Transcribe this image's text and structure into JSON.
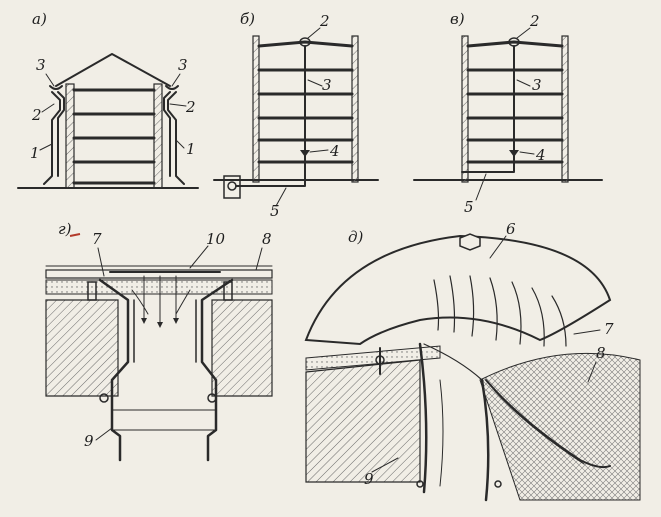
{
  "panels": {
    "a": {
      "tag": "a)",
      "callouts": {
        "gutter_l": "3",
        "gutter_r": "3",
        "funnel_l": "2",
        "funnel_r": "2",
        "pipe_l": "1",
        "pipe_r": "1"
      }
    },
    "b": {
      "tag": "б)",
      "callouts": {
        "funnel": "2",
        "riser": "3",
        "revision": "4",
        "outlet": "5"
      }
    },
    "v": {
      "tag": "в)",
      "callouts": {
        "funnel": "2",
        "riser": "3",
        "revision": "4",
        "outlet": "5"
      }
    },
    "g": {
      "tag": "г)",
      "callouts": {
        "flange": "7",
        "grate": "10",
        "membrane": "8",
        "pipe": "9"
      }
    },
    "d": {
      "tag": "д)",
      "callouts": {
        "cap": "6",
        "flange": "7",
        "membrane": "8",
        "pipe": "9"
      }
    }
  },
  "colors": {
    "ink": "#2a2a2a",
    "paper": "#f1eee6",
    "hatch": "#6a6a6a",
    "accent": "#b33a2a"
  }
}
